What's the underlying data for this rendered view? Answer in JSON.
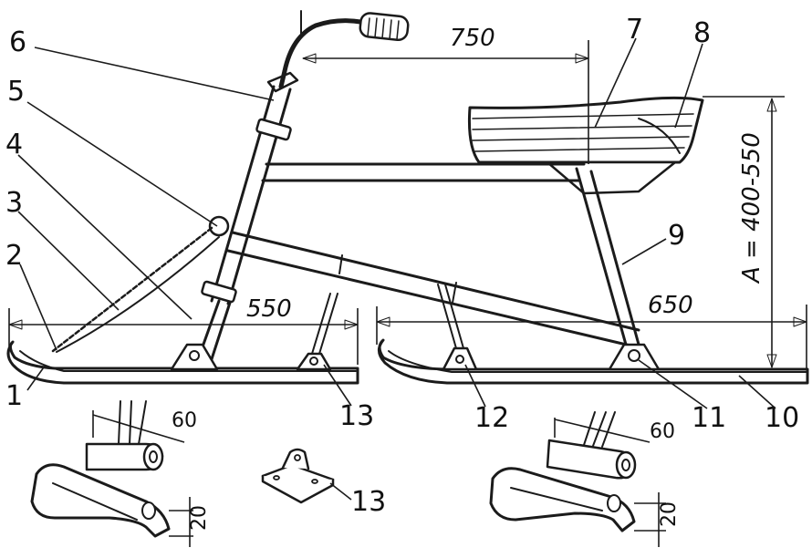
{
  "dimensions": {
    "handle_reach": "750",
    "front_ski": "550",
    "rear_ski": "650",
    "seat_height": "A = 400-550",
    "bracket_1_length": "60",
    "bracket_1_height": "20",
    "bracket_2_length": "60",
    "bracket_2_height": "20"
  },
  "labels": [
    "1",
    "2",
    "3",
    "4",
    "5",
    "6",
    "7",
    "8",
    "9",
    "10",
    "11",
    "12",
    "13",
    "13"
  ],
  "colors": {
    "ink": "#1b1b1b",
    "paper": "#ffffff"
  }
}
